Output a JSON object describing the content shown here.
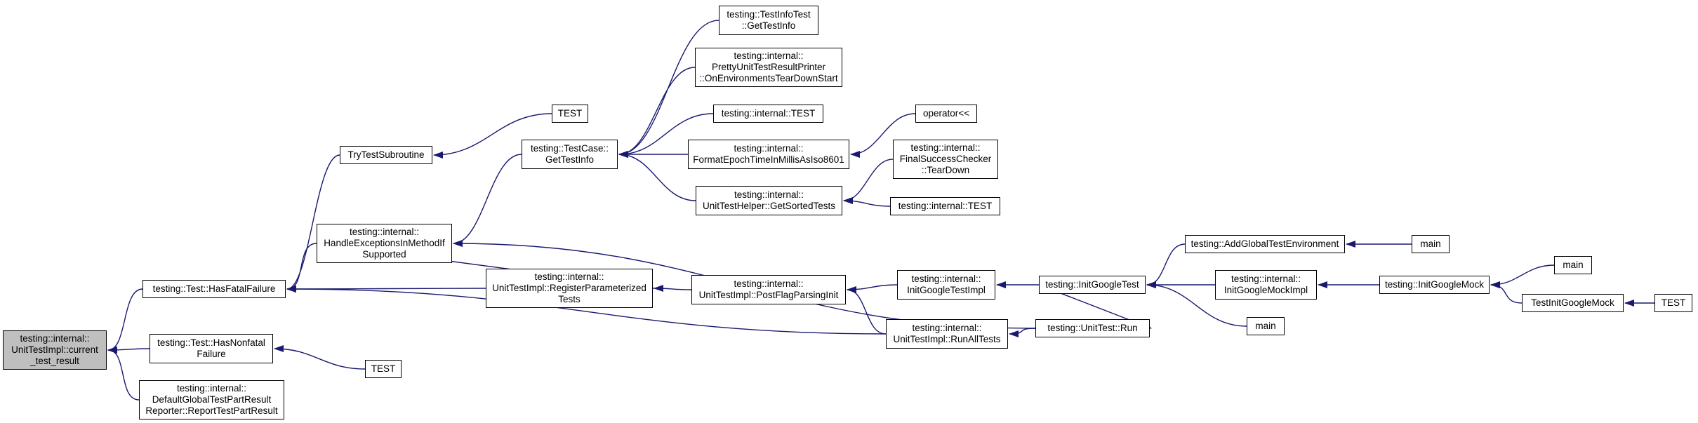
{
  "graph": {
    "edge_color": "#191970",
    "root_fill": "#bfbfbf",
    "node_fill": "#ffffff",
    "nodes": [
      {
        "id": "n0",
        "label": "testing::internal::\nUnitTestImpl::current\n_test_result",
        "root": true
      },
      {
        "id": "n1",
        "label": "testing::Test::HasFatalFailure"
      },
      {
        "id": "n2",
        "label": "testing::Test::HasNonfatal\nFailure"
      },
      {
        "id": "n3",
        "label": "testing::internal::\nDefaultGlobalTestPartResult\nReporter::ReportTestPartResult"
      },
      {
        "id": "n4",
        "label": "TryTestSubroutine"
      },
      {
        "id": "n5",
        "label": "testing::internal::\nHandleExceptionsInMethodIf\nSupported"
      },
      {
        "id": "n6",
        "label": "testing::internal::\nUnitTestImpl::RegisterParameterized\nTests"
      },
      {
        "id": "n7",
        "label": "testing::internal::\nUnitTestImpl::RunAllTests"
      },
      {
        "id": "n8",
        "label": "TEST"
      },
      {
        "id": "n9",
        "label": "TEST"
      },
      {
        "id": "n10",
        "label": "testing::TestCase::\nGetTestInfo"
      },
      {
        "id": "n11",
        "label": "testing::UnitTest::Run"
      },
      {
        "id": "n12",
        "label": "testing::internal::\nUnitTestImpl::PostFlagParsingInit"
      },
      {
        "id": "n13",
        "label": "testing::TestInfoTest\n::GetTestInfo"
      },
      {
        "id": "n14",
        "label": "testing::internal::\nPrettyUnitTestResultPrinter\n::OnEnvironmentsTearDownStart"
      },
      {
        "id": "n15",
        "label": "testing::internal::TEST"
      },
      {
        "id": "n16",
        "label": "testing::internal::\nFormatEpochTimeInMillisAsIso8601"
      },
      {
        "id": "n17",
        "label": "testing::internal::\nUnitTestHelper::GetSortedTests"
      },
      {
        "id": "n18",
        "label": "operator<<"
      },
      {
        "id": "n19",
        "label": "testing::internal::\nFinalSuccessChecker\n::TearDown"
      },
      {
        "id": "n20",
        "label": "testing::internal::TEST"
      },
      {
        "id": "n21",
        "label": "testing::internal::\nInitGoogleTestImpl"
      },
      {
        "id": "n22",
        "label": "testing::InitGoogleTest"
      },
      {
        "id": "n23",
        "label": "testing::AddGlobalTestEnvironment"
      },
      {
        "id": "n24",
        "label": "testing::internal::\nInitGoogleMockImpl"
      },
      {
        "id": "n25",
        "label": "main"
      },
      {
        "id": "n26",
        "label": "main"
      },
      {
        "id": "n27",
        "label": "testing::InitGoogleMock"
      },
      {
        "id": "n28",
        "label": "main"
      },
      {
        "id": "n29",
        "label": "TestInitGoogleMock"
      },
      {
        "id": "n30",
        "label": "TEST"
      }
    ],
    "edges": [
      [
        "n1",
        "n0"
      ],
      [
        "n2",
        "n0"
      ],
      [
        "n3",
        "n0"
      ],
      [
        "n4",
        "n1"
      ],
      [
        "n5",
        "n1"
      ],
      [
        "n6",
        "n1"
      ],
      [
        "n7",
        "n1"
      ],
      [
        "n9",
        "n2"
      ],
      [
        "n8",
        "n4"
      ],
      [
        "n10",
        "n5"
      ],
      [
        "n11",
        "n5"
      ],
      [
        "n5",
        "n6"
      ],
      [
        "n12",
        "n6"
      ],
      [
        "n11",
        "n7"
      ],
      [
        "n13",
        "n10"
      ],
      [
        "n14",
        "n10"
      ],
      [
        "n15",
        "n10"
      ],
      [
        "n16",
        "n10"
      ],
      [
        "n17",
        "n10"
      ],
      [
        "n22",
        "n11"
      ],
      [
        "n21",
        "n12"
      ],
      [
        "n7",
        "n12"
      ],
      [
        "n18",
        "n16"
      ],
      [
        "n19",
        "n17"
      ],
      [
        "n20",
        "n17"
      ],
      [
        "n22",
        "n21"
      ],
      [
        "n23",
        "n22"
      ],
      [
        "n24",
        "n22"
      ],
      [
        "n26",
        "n22"
      ],
      [
        "n25",
        "n23"
      ],
      [
        "n27",
        "n24"
      ],
      [
        "n28",
        "n27"
      ],
      [
        "n29",
        "n27"
      ],
      [
        "n30",
        "n29"
      ]
    ]
  }
}
